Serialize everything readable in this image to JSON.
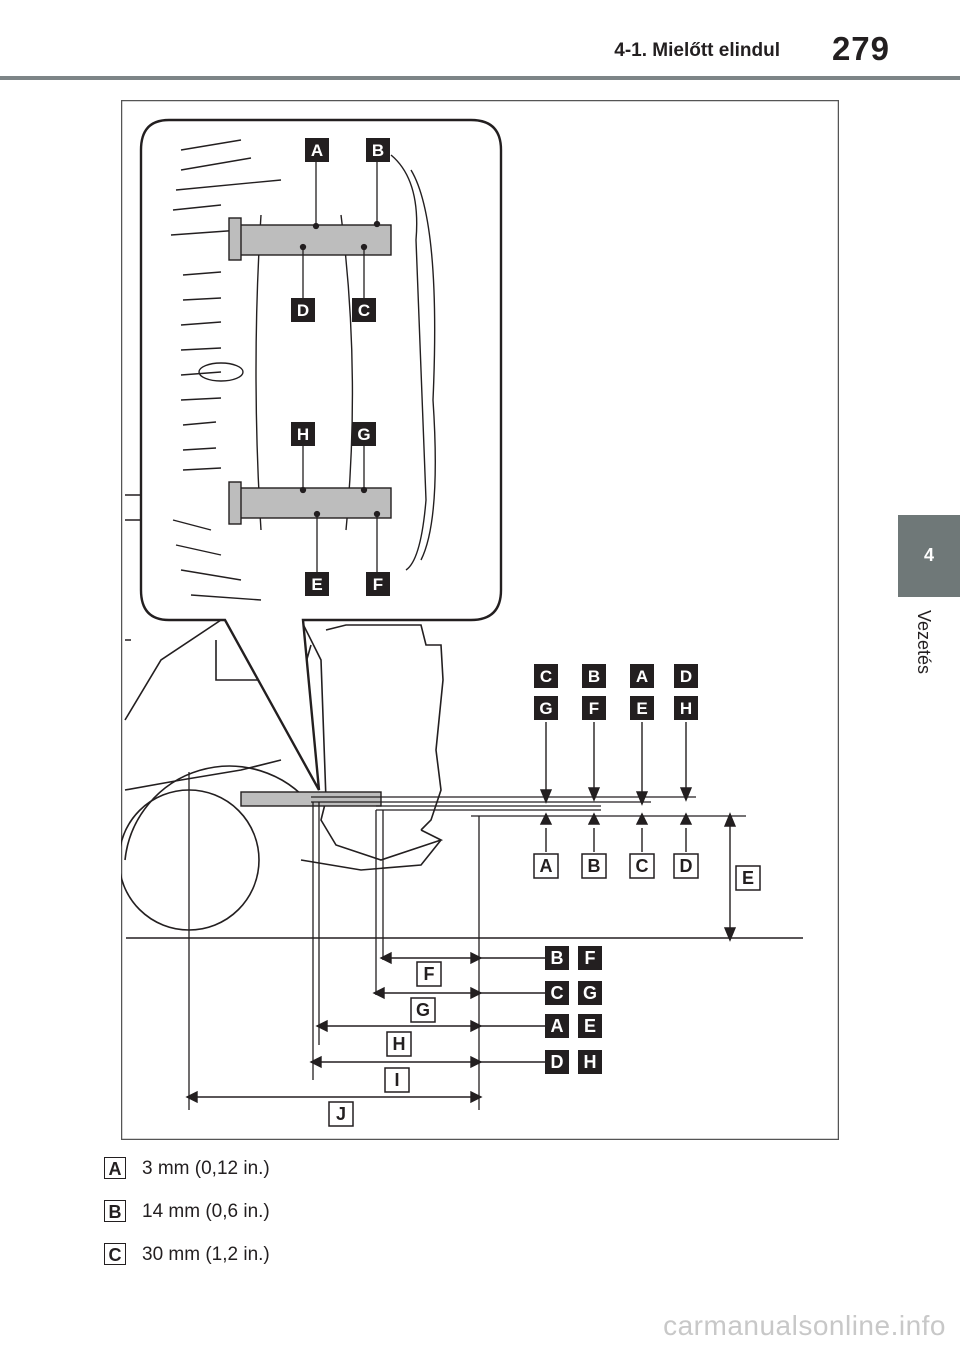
{
  "header": {
    "section_title": "4-1. Mielőtt elindul",
    "page_number": "279"
  },
  "side_tab": {
    "number": "4",
    "label": "Vezetés"
  },
  "figure": {
    "callouts_top": [
      "A",
      "B",
      "D",
      "C",
      "H",
      "G",
      "E",
      "F"
    ],
    "columns": [
      {
        "top": "C",
        "bottom": "G",
        "below": "A"
      },
      {
        "top": "B",
        "bottom": "F",
        "below": "B"
      },
      {
        "top": "A",
        "bottom": "E",
        "below": "C"
      },
      {
        "top": "D",
        "bottom": "H",
        "below": "D"
      }
    ],
    "height_label": "E",
    "dimension_rows": [
      {
        "label": "F",
        "left": "B",
        "right": "F"
      },
      {
        "label": "G",
        "left": "C",
        "right": "G"
      },
      {
        "label": "H",
        "left": "A",
        "right": "E"
      },
      {
        "label": "I",
        "left": "D",
        "right": "H"
      },
      {
        "label": "J"
      }
    ]
  },
  "legend": [
    {
      "key": "A",
      "text": "3 mm (0,12 in.)"
    },
    {
      "key": "B",
      "text": "14 mm (0,6 in.)"
    },
    {
      "key": "C",
      "text": "30 mm (1,2 in.)"
    }
  ],
  "footer": {
    "watermark": "carmanualsonline.info"
  },
  "colors": {
    "header_rule": "#7d8587",
    "side_tab": "#6f7878",
    "callout_fill": "#231f20"
  }
}
